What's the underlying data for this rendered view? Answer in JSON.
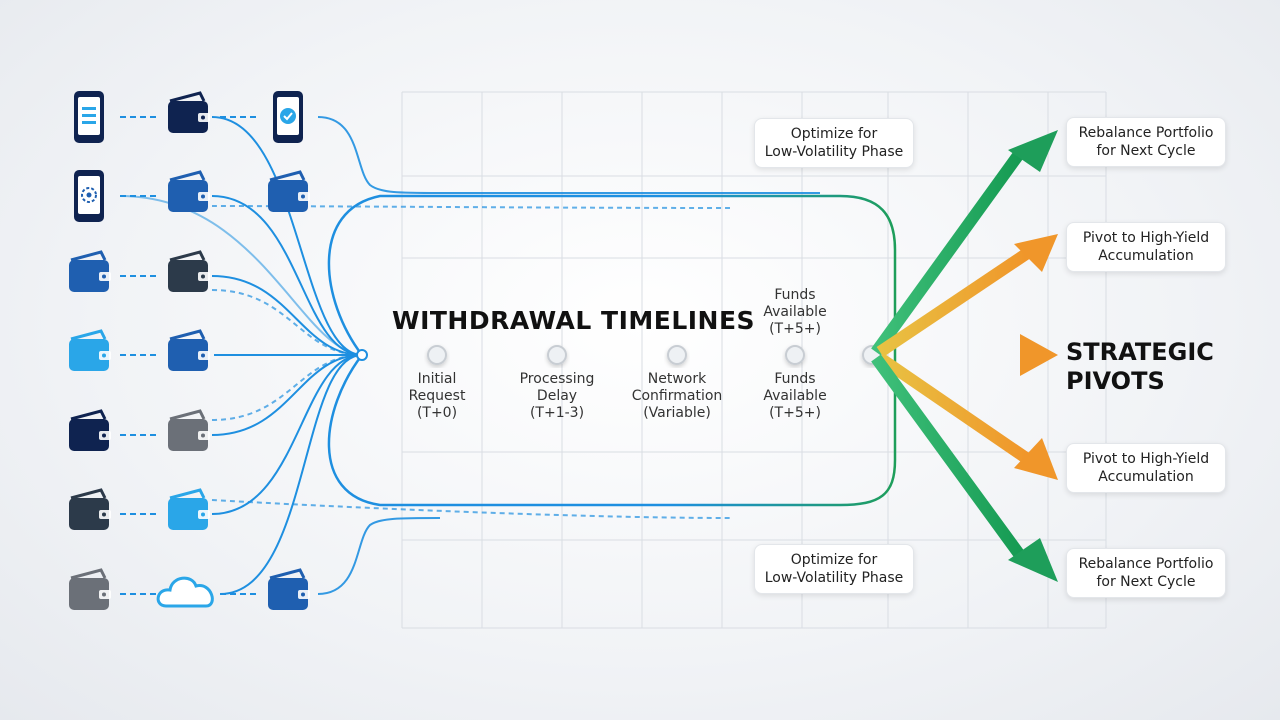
{
  "diagram": {
    "title": "WITHDRAWAL TIMELINES",
    "pivot_title": "STRATEGIC\nPIVOTS",
    "stages": [
      {
        "label": "Initial\nRequest\n(T+0)"
      },
      {
        "label": "Processing\nDelay\n(T+1-3)"
      },
      {
        "label": "Network\nConfirmation\n(Variable)"
      },
      {
        "label": "Funds\nAvailable\n(T+5+)"
      }
    ],
    "stage_top_label": "Funds\nAvailable\n(T+5+)",
    "optimize_top": "Optimize for\nLow-Volatility Phase",
    "optimize_bottom": "Optimize for\nLow-Volatility Phase",
    "pivots": [
      {
        "label": "Rebalance Portfolio\nfor Next Cycle",
        "color": "#1e9e5a"
      },
      {
        "label": "Pivot to High-Yield\nAccumulation",
        "color": "#f0962a"
      },
      {
        "label": "Pivot to High-Yield\nAccumulation",
        "color": "#f0962a"
      },
      {
        "label": "Rebalance Portfolio\nfor Next Cycle",
        "color": "#1e9e5a"
      }
    ],
    "icon_rows": [
      [
        "phone-list-icon",
        "wallet-navy-icon",
        "phone-check-icon"
      ],
      [
        "phone-network-icon",
        "wallet-blue-icon",
        "wallet-blue-icon"
      ],
      [
        "wallet-blue-icon",
        "wallet-dark-icon"
      ],
      [
        "wallet-light-blue-icon",
        "wallet-blue-icon"
      ],
      [
        "wallet-navy-icon",
        "wallet-gray-icon"
      ],
      [
        "wallet-dark-icon",
        "wallet-light-blue-icon"
      ],
      [
        "wallet-gray-icon",
        "cloud-icon",
        "wallet-blue-icon"
      ]
    ],
    "colors": {
      "flow_blue": "#1e8fe0",
      "flow_green": "#1e9e5a",
      "flow_orange": "#f0962a",
      "navy": "#0f2350",
      "blue": "#1f5fb0",
      "light_blue": "#2aa6e8",
      "dark": "#2c3a4a",
      "gray": "#6b7078"
    }
  }
}
